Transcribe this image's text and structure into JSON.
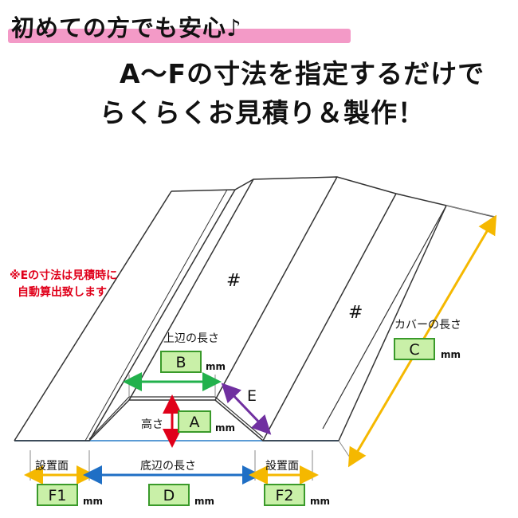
{
  "headline": {
    "line1": "初めての方でも安心♪",
    "line2": "A〜Fの寸法を指定するだけで",
    "line3": "らくらくお見積り＆製作！"
  },
  "note": {
    "line1": "※Eの寸法は見積時に",
    "line2": "自動算出致します"
  },
  "labels": {
    "top_side": "上辺の長さ",
    "height": "高さ",
    "cover_length": "カバーの長さ",
    "bottom_side": "底辺の長さ",
    "install_left": "設置面",
    "install_right": "設置面",
    "e": "E",
    "hash1": "#",
    "hash2": "#"
  },
  "boxes": {
    "a": "A",
    "b": "B",
    "c": "C",
    "d": "D",
    "f1": "F1",
    "f2": "F2"
  },
  "unit": "mm",
  "colors": {
    "highlight": "#f39ac7",
    "box_fill": "#c9f0a8",
    "box_border": "#3a9a2a",
    "arrow_green": "#22b14c",
    "arrow_red": "#e0001a",
    "arrow_purple": "#7030a0",
    "arrow_yellow": "#f5b800",
    "arrow_blue": "#1f6fc5",
    "baseline": "#5b9bd5",
    "note": "#e0001a"
  }
}
